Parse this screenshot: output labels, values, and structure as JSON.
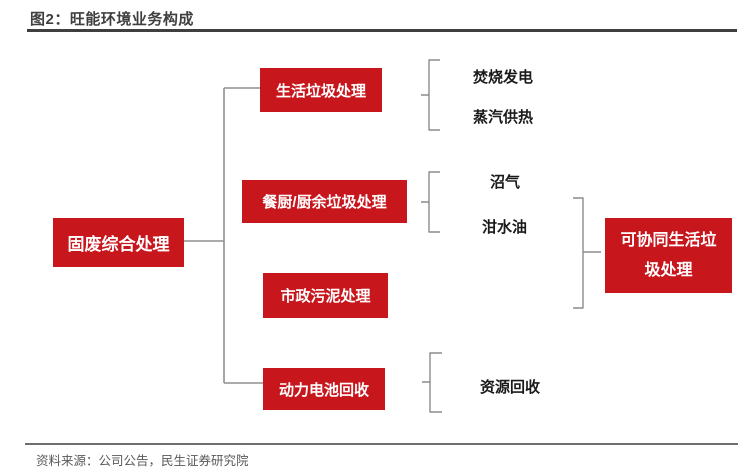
{
  "header": {
    "title": "图2：旺能环境业务构成"
  },
  "diagram": {
    "root": {
      "label": "固废综合处理"
    },
    "branches": [
      {
        "label": "生活垃圾处理",
        "outputs": [
          "焚烧发电",
          "蒸汽供热"
        ]
      },
      {
        "label": "餐厨/厨余垃圾处理",
        "outputs": [
          "沼气",
          "泔水油"
        ]
      },
      {
        "label": "市政污泥处理",
        "outputs": []
      },
      {
        "label": "动力电池回收",
        "outputs": [
          "资源回收"
        ]
      }
    ],
    "synergy": {
      "label": "可协同生活垃圾处理"
    }
  },
  "footer": {
    "source": "资料来源：公司公告，民生证券研究院"
  },
  "colors": {
    "box_red": "#c8161d",
    "box_text": "#ffffff",
    "connector_gray": "#8f8f8f",
    "title_dark": "#3f3f3f",
    "source_gray": "#595959",
    "label_black": "#1a1a1a"
  }
}
